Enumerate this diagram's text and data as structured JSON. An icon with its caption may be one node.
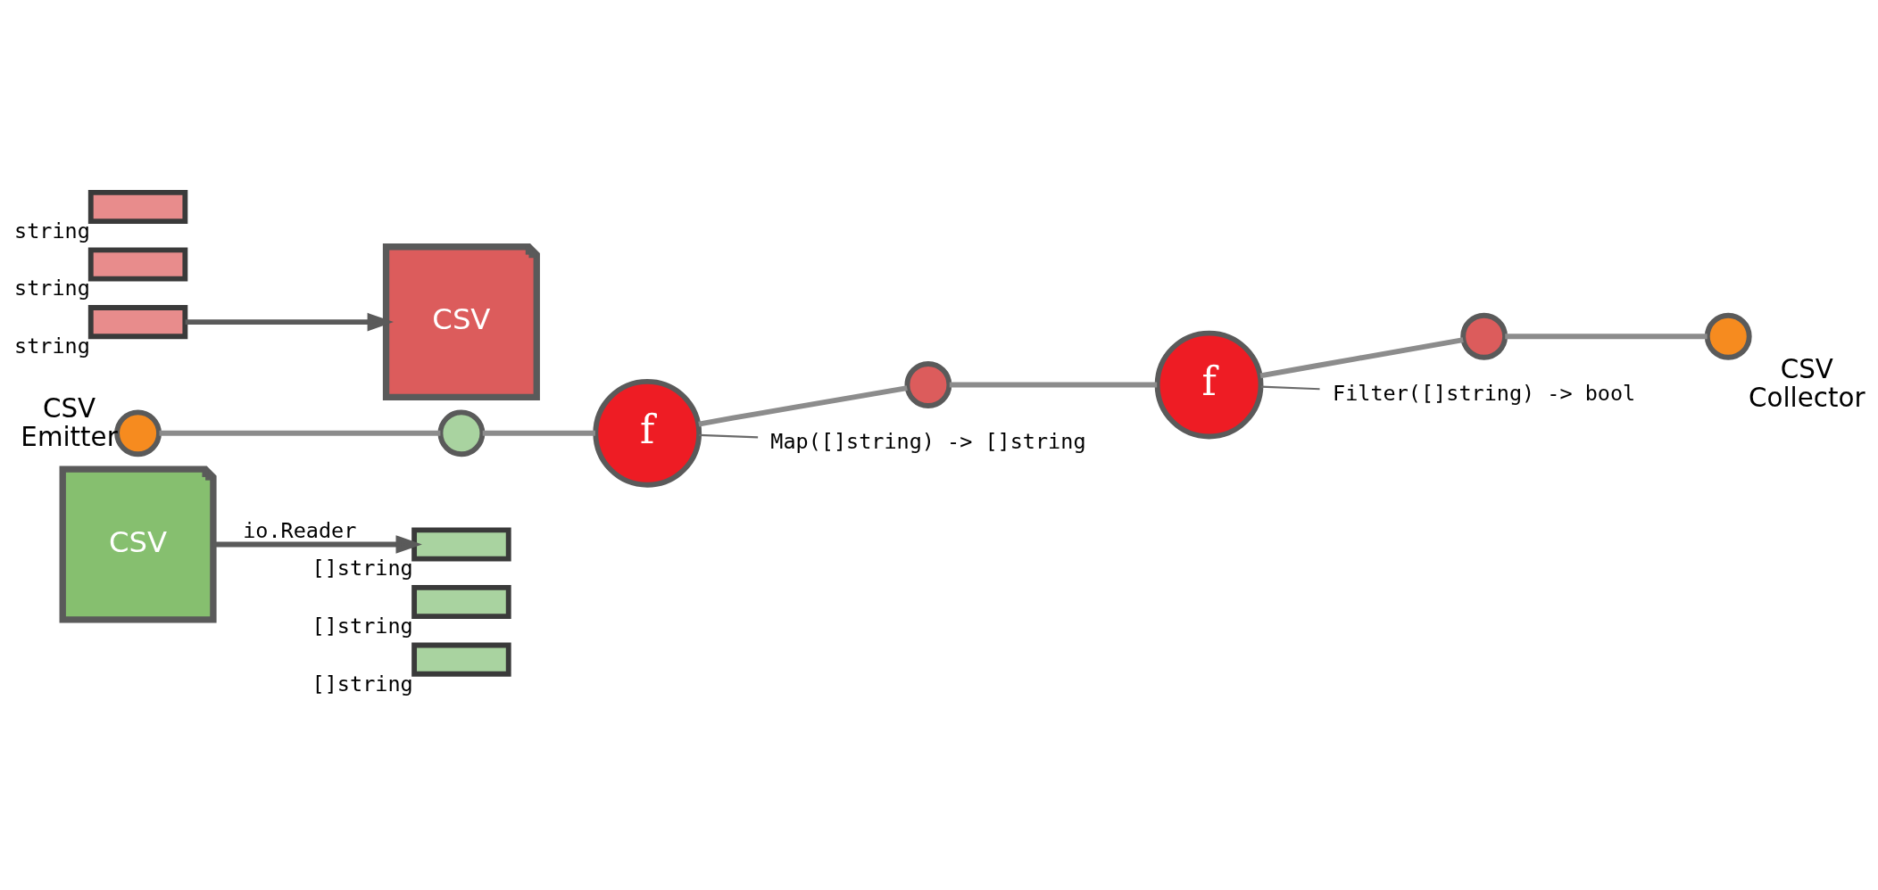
{
  "diagram": {
    "nodes": [
      {
        "text": [
          "CSV"
        ]
      },
      {
        "text": [],
        "shape": "bar",
        "beside": [
          "[]string"
        ]
      },
      {
        "text": [],
        "shape": "bar",
        "beside": [
          "[]string"
        ]
      },
      {
        "text": [],
        "shape": "bar",
        "beside": [
          "[]string"
        ]
      },
      {
        "text": [],
        "shape": "circle",
        "beside": [
          "CSV Emitter"
        ]
      },
      {
        "text": [],
        "shape": "circle"
      },
      {
        "text": [
          "f"
        ]
      },
      {
        "text": [],
        "shape": "circle"
      },
      {
        "text": [
          "f"
        ]
      },
      {
        "text": [],
        "shape": "circle"
      },
      {
        "text": [],
        "shape": "circle",
        "beside": [
          "CSV Collector"
        ]
      },
      {
        "text": [],
        "shape": "bar",
        "beside": [
          "string"
        ]
      },
      {
        "text": [],
        "shape": "bar",
        "beside": [
          "string"
        ]
      },
      {
        "text": [],
        "shape": "bar",
        "beside": [
          "string"
        ]
      },
      {
        "text": [
          "CSV"
        ]
      },
      {
        "text": [
          "Map([]string) -> []string"
        ]
      },
      {
        "text": [
          "Filter([]string) -> bool"
        ]
      }
    ],
    "edges": [
      {
        "from": 0,
        "to": 1,
        "arrow": "to",
        "label": "io.Reader"
      },
      {
        "from": 4,
        "to": 5,
        "arrow": "none"
      },
      {
        "from": 5,
        "to": 6,
        "arrow": "none"
      },
      {
        "from": 6,
        "to": 7,
        "arrow": "none"
      },
      {
        "from": 7,
        "to": 8,
        "arrow": "none"
      },
      {
        "from": 8,
        "to": 9,
        "arrow": "none"
      },
      {
        "from": 9,
        "to": 10,
        "arrow": "none"
      },
      {
        "from": 6,
        "to": 15,
        "arrow": "none"
      },
      {
        "from": 8,
        "to": 16,
        "arrow": "none"
      },
      {
        "from": 13,
        "to": 14,
        "arrow": "to"
      }
    ]
  }
}
